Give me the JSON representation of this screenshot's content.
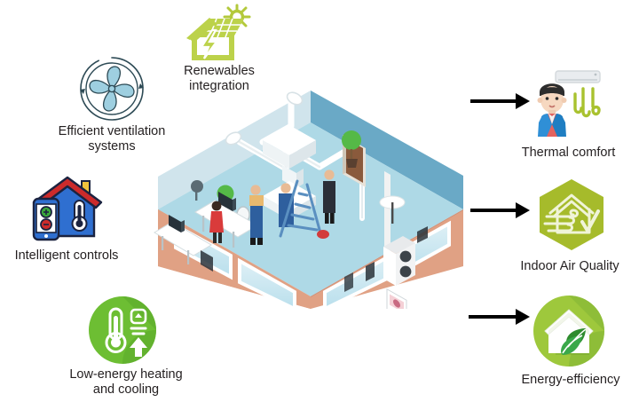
{
  "diagram": {
    "title": "Energy-efficient building HVAC concept diagram",
    "type": "concept-flow",
    "direction": "left-inputs to right-outcomes"
  },
  "colors": {
    "lime": "#a9c22f",
    "lime_light": "#bcd24a",
    "green_circle": "#6dbe33",
    "green_circle_dark": "#4f9e1f",
    "olive_hex": "#a6bb2b",
    "energy_green": "#7ab648",
    "leaf_dark": "#2e8b2e",
    "fan_blue": "#9ecfe0",
    "fan_outline": "#2d4a55",
    "house_blue": "#2f6fd0",
    "roof_red": "#cc2b2b",
    "brick": "#e0a184",
    "brick_dark": "#c98a6e",
    "floor_blue": "#aed9e6",
    "wall_blue": "#6aa9c6",
    "arrow_black": "#000000",
    "text": "#231f20",
    "skin": "#f6d8c0",
    "hair": "#2d2d2d",
    "jacket_blue": "#2f8fd6",
    "shirt_red": "#e3635f",
    "background": "#ffffff"
  },
  "inputs": [
    {
      "id": "renewables",
      "icon": "solar-house-sun-icon",
      "label": "Renewables\nintegration",
      "icon_color": "#a9c22f"
    },
    {
      "id": "ventilation",
      "icon": "rotating-fan-icon",
      "label": "Efficient ventilation\nsystems",
      "icon_color": "#9ecfe0"
    },
    {
      "id": "controls",
      "icon": "smart-home-thermostat-icon",
      "label": "Intelligent controls",
      "icon_color": "#2f6fd0"
    },
    {
      "id": "heating",
      "icon": "thermometer-arrow-icon",
      "label": "Low-energy heating\nand cooling",
      "icon_color": "#6dbe33"
    }
  ],
  "outputs": [
    {
      "id": "thermal-comfort",
      "icon": "person-air-conditioner-icon",
      "label": "Thermal comfort",
      "arrow": "right-arrow"
    },
    {
      "id": "indoor-air-quality",
      "icon": "house-airflow-check-hexagon-icon",
      "label": "Indoor Air Quality",
      "arrow": "right-arrow"
    },
    {
      "id": "energy-efficiency",
      "icon": "house-leaf-circle-icon",
      "label": "Energy-efficiency",
      "arrow": "right-arrow"
    }
  ],
  "building": {
    "name": "isometric-office-building",
    "description": "Cutaway isometric office with brick facade, glazed windows, blue floor, ceiling ductwork and air handling unit, outdoor heat pump, occupants at desks, ladder and technicians",
    "elements": [
      "duct-network",
      "air-handling-unit",
      "ceiling-diffuser",
      "outdoor-heat-pump",
      "office-desks",
      "workers",
      "ladder",
      "potted-plants",
      "door",
      "wall-art",
      "round-table",
      "wall-clock"
    ]
  }
}
